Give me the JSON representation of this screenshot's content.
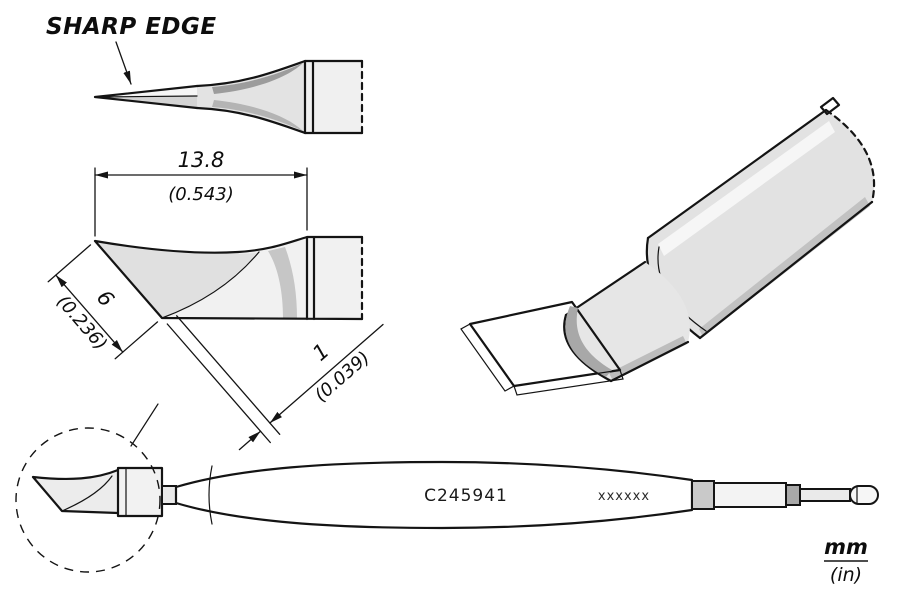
{
  "meta": {
    "type": "technical-drawing",
    "subject": "soldering tip cartridge, knife blade"
  },
  "labels": {
    "sharp_edge": "SHARP EDGE",
    "part_number": "C245941",
    "batch_code": "xxxxxx",
    "unit_primary": "mm",
    "unit_secondary": "(in)"
  },
  "dimensions": {
    "blade_length": {
      "mm": "13.8",
      "in": "(0.543)"
    },
    "edge_width": {
      "mm": "6",
      "in": "(0.236)"
    },
    "edge_thickness": {
      "mm": "1",
      "in": "(0.039)"
    }
  },
  "colors": {
    "outline": "#141414",
    "background": "#ffffff",
    "fill_light": "#ececec",
    "fill_mid": "#b4b4b4",
    "fill_dark": "#8e8e8e"
  }
}
